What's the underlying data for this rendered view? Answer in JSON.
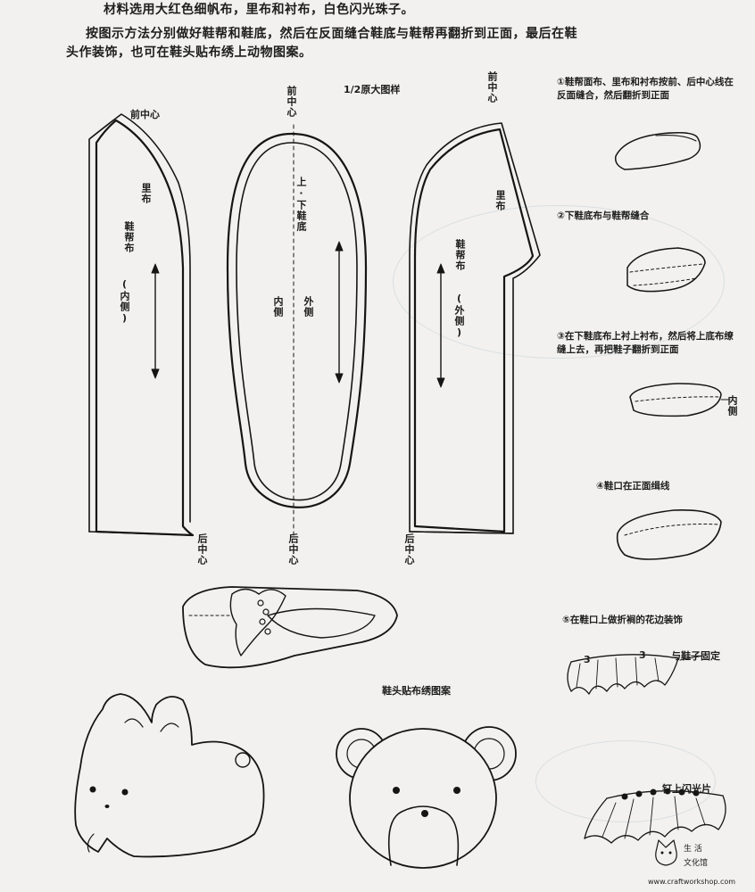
{
  "intro": {
    "line1": "材料选用大红色细帆布，里布和衬布，白色闪光珠子。",
    "line2": "按图示方法分别做好鞋帮和鞋底，然后在反面缝合鞋底与鞋帮再翻折到正面，最后在鞋",
    "line3": "头作装饰，也可在鞋头贴布绣上动物图案。"
  },
  "scale_note": "1/2原大图样",
  "left_upper": {
    "top": "前中心",
    "lining": "里布",
    "upper": "鞋帮布",
    "side": "(内侧)",
    "bottom": "后中心"
  },
  "sole": {
    "top": "前中心",
    "name": "上·下鞋底",
    "inner": "内侧",
    "outer": "外侧",
    "bottom": "后中心"
  },
  "right_upper": {
    "top": "前中心",
    "lining": "里布",
    "upper": "鞋帮布",
    "side": "(外侧)",
    "bottom": "后中心"
  },
  "steps": {
    "s1": "①鞋帮面布、里布和衬布按前、后中心线在反面缝合，然后翻折到正面",
    "s2": "②下鞋底布与鞋帮缝合",
    "s3": "③在下鞋底布上衬上衬布，然后将上底布缭缝上去，再把鞋子翻折到正面",
    "s3_side": "内侧",
    "s4": "④鞋口在正面缉线",
    "s5": "⑤在鞋口上做折裥的花边装饰",
    "num_a": "3",
    "num_b": "3",
    "fix": "与鞋子固定",
    "sequin": "钉上闪光片"
  },
  "applique_title": "鞋头贴布绣图案",
  "watermark": {
    "top": "生 活",
    "bottom": "文化馆",
    "url": "www.craftworkshop.com"
  }
}
